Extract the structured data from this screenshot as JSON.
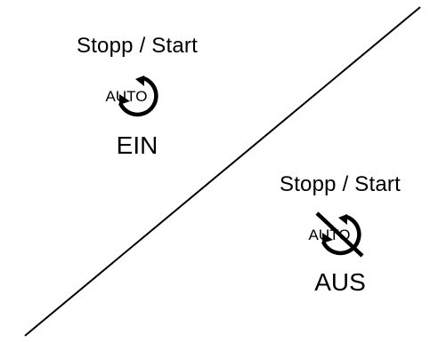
{
  "panels": [
    {
      "heading": "Stopp / Start",
      "icon": "auto-stop-start-icon",
      "icon_text": "AUTO",
      "status": "EIN"
    },
    {
      "heading": "Stopp / Start",
      "icon": "auto-stop-start-icon",
      "icon_text": "AUTO",
      "status": "AUS"
    }
  ],
  "colors": {
    "stroke": "#000000",
    "background": "#ffffff"
  }
}
